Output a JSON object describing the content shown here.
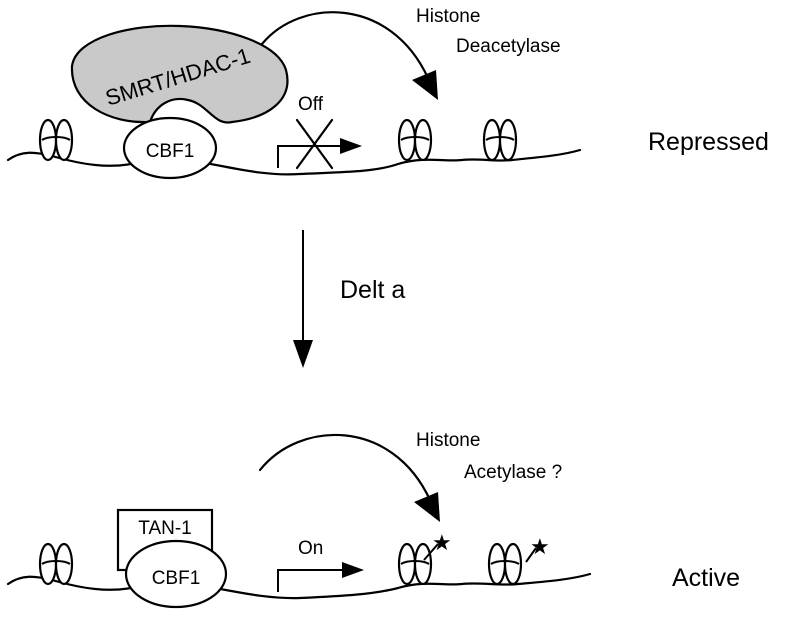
{
  "repressed": {
    "enzyme_line1": "Histone",
    "enzyme_line2": "Deacetylase",
    "corepressor_label": "SMRT/HDAC-1",
    "cbf_label": "CBF1",
    "promoter_label": "Off",
    "state_label": "Repressed"
  },
  "transition": {
    "signal_label": "Delt a"
  },
  "active": {
    "enzyme_line1": "Histone",
    "enzyme_line2": "Acetylase ?",
    "coactivator_label": "TAN-1",
    "cbf_label": "CBF1",
    "promoter_label": "On",
    "state_label": "Active"
  }
}
